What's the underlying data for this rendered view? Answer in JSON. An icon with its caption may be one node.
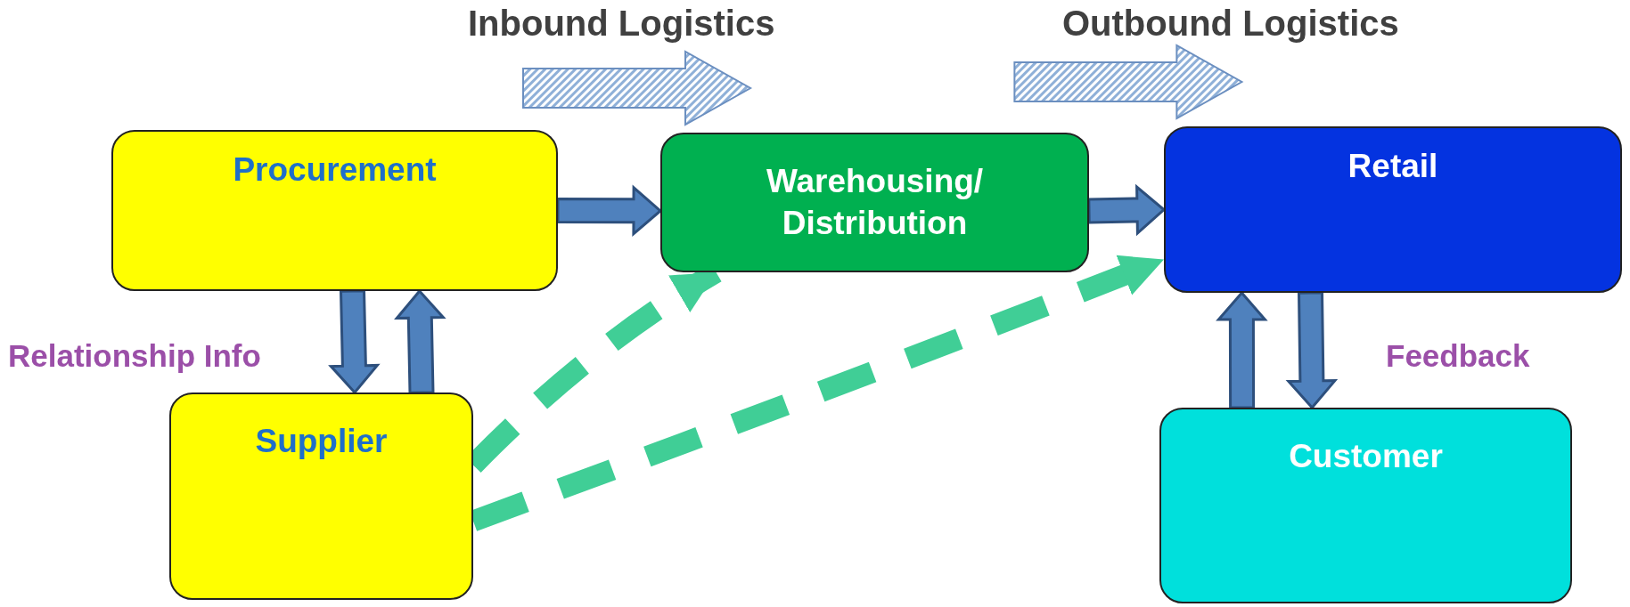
{
  "diagram": {
    "nodes": [
      {
        "text": [
          "Procurement"
        ]
      },
      {
        "text": [
          "Warehousing/ Distribution"
        ]
      },
      {
        "text": [
          "Retail"
        ]
      },
      {
        "text": [
          "Supplier"
        ]
      },
      {
        "text": [
          "Customer"
        ]
      }
    ],
    "edges": [
      {
        "from": 0,
        "to": 1,
        "arrow": "to"
      },
      {
        "from": 1,
        "to": 2,
        "arrow": "to"
      },
      {
        "from": 0,
        "to": 3,
        "arrow": "to"
      },
      {
        "from": 3,
        "to": 0,
        "arrow": "to"
      },
      {
        "from": 2,
        "to": 4,
        "arrow": "to"
      },
      {
        "from": 4,
        "to": 2,
        "arrow": "to"
      },
      {
        "from": 3,
        "to": 1,
        "arrow": "to",
        "style": "dashed",
        "color": "#40ce96"
      },
      {
        "from": 3,
        "to": 2,
        "arrow": "to",
        "style": "dashed",
        "color": "#40ce96"
      },
      {
        "from": null,
        "to": 1,
        "arrow": "to",
        "color": "#8fb0d8"
      },
      {
        "from": null,
        "to": 2,
        "arrow": "to",
        "color": "#8fb0d8"
      }
    ],
    "labels": [
      "Inbound Logistics",
      "Outbound Logistics",
      "Relationship Info",
      "Feedback"
    ]
  }
}
